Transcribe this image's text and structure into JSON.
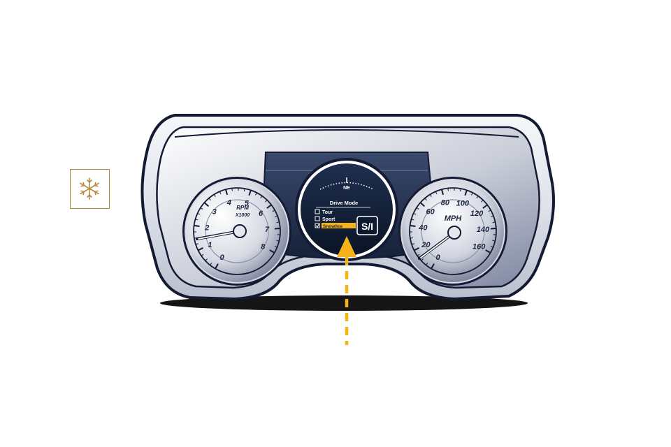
{
  "drive_mode_icon": {
    "icon": "snowflake-icon",
    "color": "#b38a3a"
  },
  "tachometer": {
    "ticks": [
      "0",
      "1",
      "2",
      "3",
      "4",
      "5",
      "6",
      "7",
      "8"
    ],
    "unit_line1": "RPM",
    "unit_line2": "X1000"
  },
  "speedometer": {
    "ticks": [
      "0",
      "20",
      "40",
      "60",
      "80",
      "100",
      "120",
      "140",
      "160"
    ],
    "unit": "MPH"
  },
  "center_display": {
    "compass": "NE",
    "title": "Drive Mode",
    "options": [
      {
        "label": "Tour",
        "checked": false,
        "selected": false
      },
      {
        "label": "Sport",
        "checked": false,
        "selected": false
      },
      {
        "label": "Snow/Ice",
        "checked": true,
        "selected": true
      }
    ],
    "mode_badge": "S/I"
  },
  "colors": {
    "accent": "#f5b21b",
    "frame": "#141a33",
    "display_bg": "#0e1a30"
  }
}
